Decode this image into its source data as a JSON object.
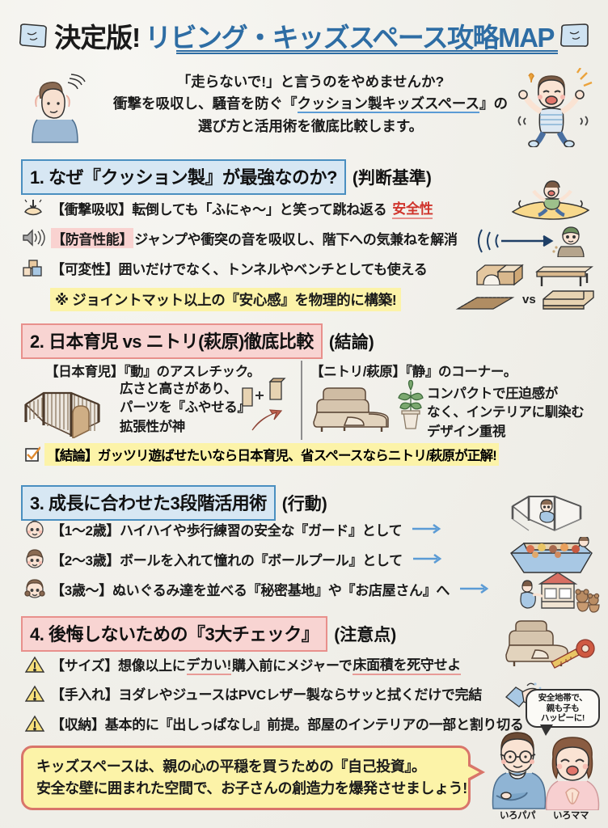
{
  "title": {
    "black_part": "決定版!",
    "blue_part": "リビング・キッズスペース攻略MAP",
    "left_icon": "pillow-icon",
    "right_icon": "pillow-icon"
  },
  "intro": {
    "line1": "「走らないで!」と言うのをやめませんか?",
    "line2_a": "衝撃を吸収し、騒音を防ぐ『",
    "line2_b": "クッション製キッズスペース",
    "line2_c": "』の",
    "line3": "選び方と活用術を徹底比較します。"
  },
  "section1": {
    "box_label": "1. なぜ『クッション製』が最強なのか?",
    "sub_label": "(判断基準)",
    "items": [
      {
        "icon": "shock-absorb-icon",
        "text_a": "【衝撃吸収】転倒しても「ふにゃ〜」と笑って跳ね返る",
        "highlight": "安全性",
        "text_b": ""
      },
      {
        "icon": "speaker-icon",
        "prefix_hl": "【防音性能】",
        "text_a": "ジャンプや衝突の音を吸収し、階下への気兼ねを解消",
        "text_b": ""
      },
      {
        "icon": "blocks-icon",
        "text_a": "【可変性】囲いだけでなく、トンネルやベンチとしても使える",
        "text_b": ""
      }
    ],
    "note": "※ ジョイントマット以上の『安心感』を物理的に構築!",
    "vs_label": "vs"
  },
  "section2": {
    "box_label": "2. 日本育児 vs ニトリ(萩原)徹底比較",
    "sub_label": "(結論)",
    "left": {
      "title": "【日本育児】『動』のアスレチック。",
      "body_line1": "広さと高さがあり、",
      "body_line2": "パーツを『ふやせる』",
      "body_line3": "拡張性が神",
      "illustration": "playpen-fence-icon"
    },
    "right": {
      "title": "【ニトリ/萩原】『静』のコーナー。",
      "body_line1": "コンパクトで圧迫感が",
      "body_line2": "なく、インテリアに馴染む",
      "body_line3": "デザイン重視",
      "illustration": "corner-sofa-icon"
    },
    "conclusion_icon": "checkbox-checked-icon",
    "conclusion": "【結論】ガッツリ遊ばせたいなら日本育児、省スペースならニトリ/萩原が正解!"
  },
  "section3": {
    "box_label": "3. 成長に合わせた3段階活用術",
    "sub_label": "(行動)",
    "items": [
      {
        "icon": "baby-face-icon",
        "text": "【1〜2歳】ハイハイや歩行練習の安全な『ガード』として",
        "arrow": "arrow-right-icon"
      },
      {
        "icon": "toddler-face-icon",
        "text": "【2〜3歳】ボールを入れて憧れの『ボールプール』として",
        "arrow": "arrow-right-icon"
      },
      {
        "icon": "girl-face-icon",
        "text": "【3歳〜】ぬいぐるみ達を並べる『秘密基地』や『お店屋さん』へ",
        "arrow": "arrow-right-icon"
      }
    ]
  },
  "section4": {
    "box_label": "4. 後悔しないための『3大チェック』",
    "sub_label": "(注意点)",
    "items": [
      {
        "icon": "warning-icon",
        "text_a": "【サイズ】想像以上に",
        "u1": "デカい!",
        "text_b": " 購入前にメジャーで",
        "u2": "床面積を死守せよ"
      },
      {
        "icon": "warning-icon",
        "text_a": "【手入れ】ヨダレやジュースはPVCレザー製ならサッと拭くだけで完結",
        "u1": "",
        "text_b": "",
        "u2": ""
      },
      {
        "icon": "warning-icon",
        "text_a": "【収納】基本的に『出しっぱなし』前提。部屋のインテリアの一部と割り切る",
        "u1": "",
        "text_b": "",
        "u2": ""
      }
    ]
  },
  "footer": {
    "bubble_line1": "キッズスペースは、親の心の平穏を買うための『自己投資』。",
    "bubble_line2": "安全な壁に囲まれた空間で、お子さんの創造力を爆発させましょう!",
    "mini_bubble_line1": "安全地帯で、",
    "mini_bubble_line2": "親も子も",
    "mini_bubble_line3": "ハッピーに!",
    "character_dad": "いろパパ",
    "character_mom": "いろママ"
  },
  "colors": {
    "background": "#f2f1ec",
    "title_blue": "#2e6da4",
    "box_blue_bg": "#d7e7f3",
    "box_blue_border": "#4a8fc0",
    "box_pink_bg": "#f8d4d2",
    "box_pink_border": "#e8908c",
    "highlight_yellow": "#fcf3a8",
    "accent_red": "#d0342c",
    "bubble_border": "#d9756a",
    "arrow_blue": "#5b9bd5"
  }
}
